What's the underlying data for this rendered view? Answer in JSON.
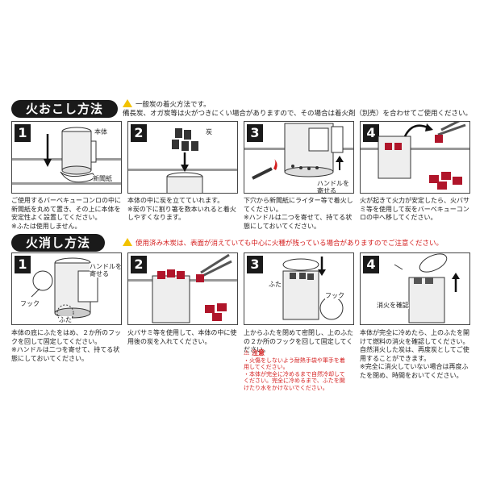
{
  "ignite": {
    "title": "火おこし方法",
    "warning": "一般炭の着火方法です。\n備長炭、オガ炭等は火がつきにくい場合がありますので、その場合は着火剤（別売）を合わせてご使用ください。",
    "steps": [
      {
        "num": "1",
        "labels": [
          "本体",
          "新聞紙"
        ],
        "desc": "ご使用するバーベキューコンロの中に新聞紙を丸めて置き、その上に本体を安定性よく設置してください。\n※ふたは使用しません。"
      },
      {
        "num": "2",
        "labels": [
          "炭"
        ],
        "desc": "本体の中に炭を立てていれます。\n※炭の下に割り箸を数本いれると着火しやすくなります。"
      },
      {
        "num": "3",
        "labels": [
          "ハンドルを寄せる"
        ],
        "desc": "下穴から新聞紙にライター等で着火してください。\n※ハンドルは二つを寄せて、持てる状態にしておいてください。"
      },
      {
        "num": "4",
        "labels": [],
        "desc": "火が起きて火力が安定したら、火バサミ等を使用して炭をバーベキューコンロの中へ移してください。"
      }
    ]
  },
  "extinguish": {
    "title": "火消し方法",
    "warning": "使用済み木炭は、表面が消えていても中心に火種が残っている場合がありますのでご注意ください。",
    "steps": [
      {
        "num": "1",
        "labels": [
          "ハンドルを寄せる",
          "フック",
          "ふた"
        ],
        "desc": "本体の底にふたをはめ、２か所のフックを回して固定してください。\n※ハンドルは二つを寄せて、持てる状態にしておいてください。"
      },
      {
        "num": "2",
        "labels": [],
        "desc": "火バサミ等を使用して、本体の中に使用後の炭を入れてください。"
      },
      {
        "num": "3",
        "labels": [
          "ふた",
          "フック"
        ],
        "desc": "上からふたを閉めて密閉し、上のふたの２か所のフックを回して固定してください。",
        "attention_title": "注意",
        "attention": "・火傷をしないよう耐熱手袋や軍手を着用してください。\n・本体が完全に冷めるまで自然冷却してください。完全に冷めるまで、ふたを開けたり水をかけないでください。"
      },
      {
        "num": "4",
        "labels": [
          "消火を確認"
        ],
        "desc": "本体が完全に冷めたら、上のふたを開けて燃料の消火を確認してください。\n自然消火した炭は、再度炭としてご使用することができます。\n※完全に消火していない場合は再度ふたを閉め、時間をおいてください。"
      }
    ]
  }
}
